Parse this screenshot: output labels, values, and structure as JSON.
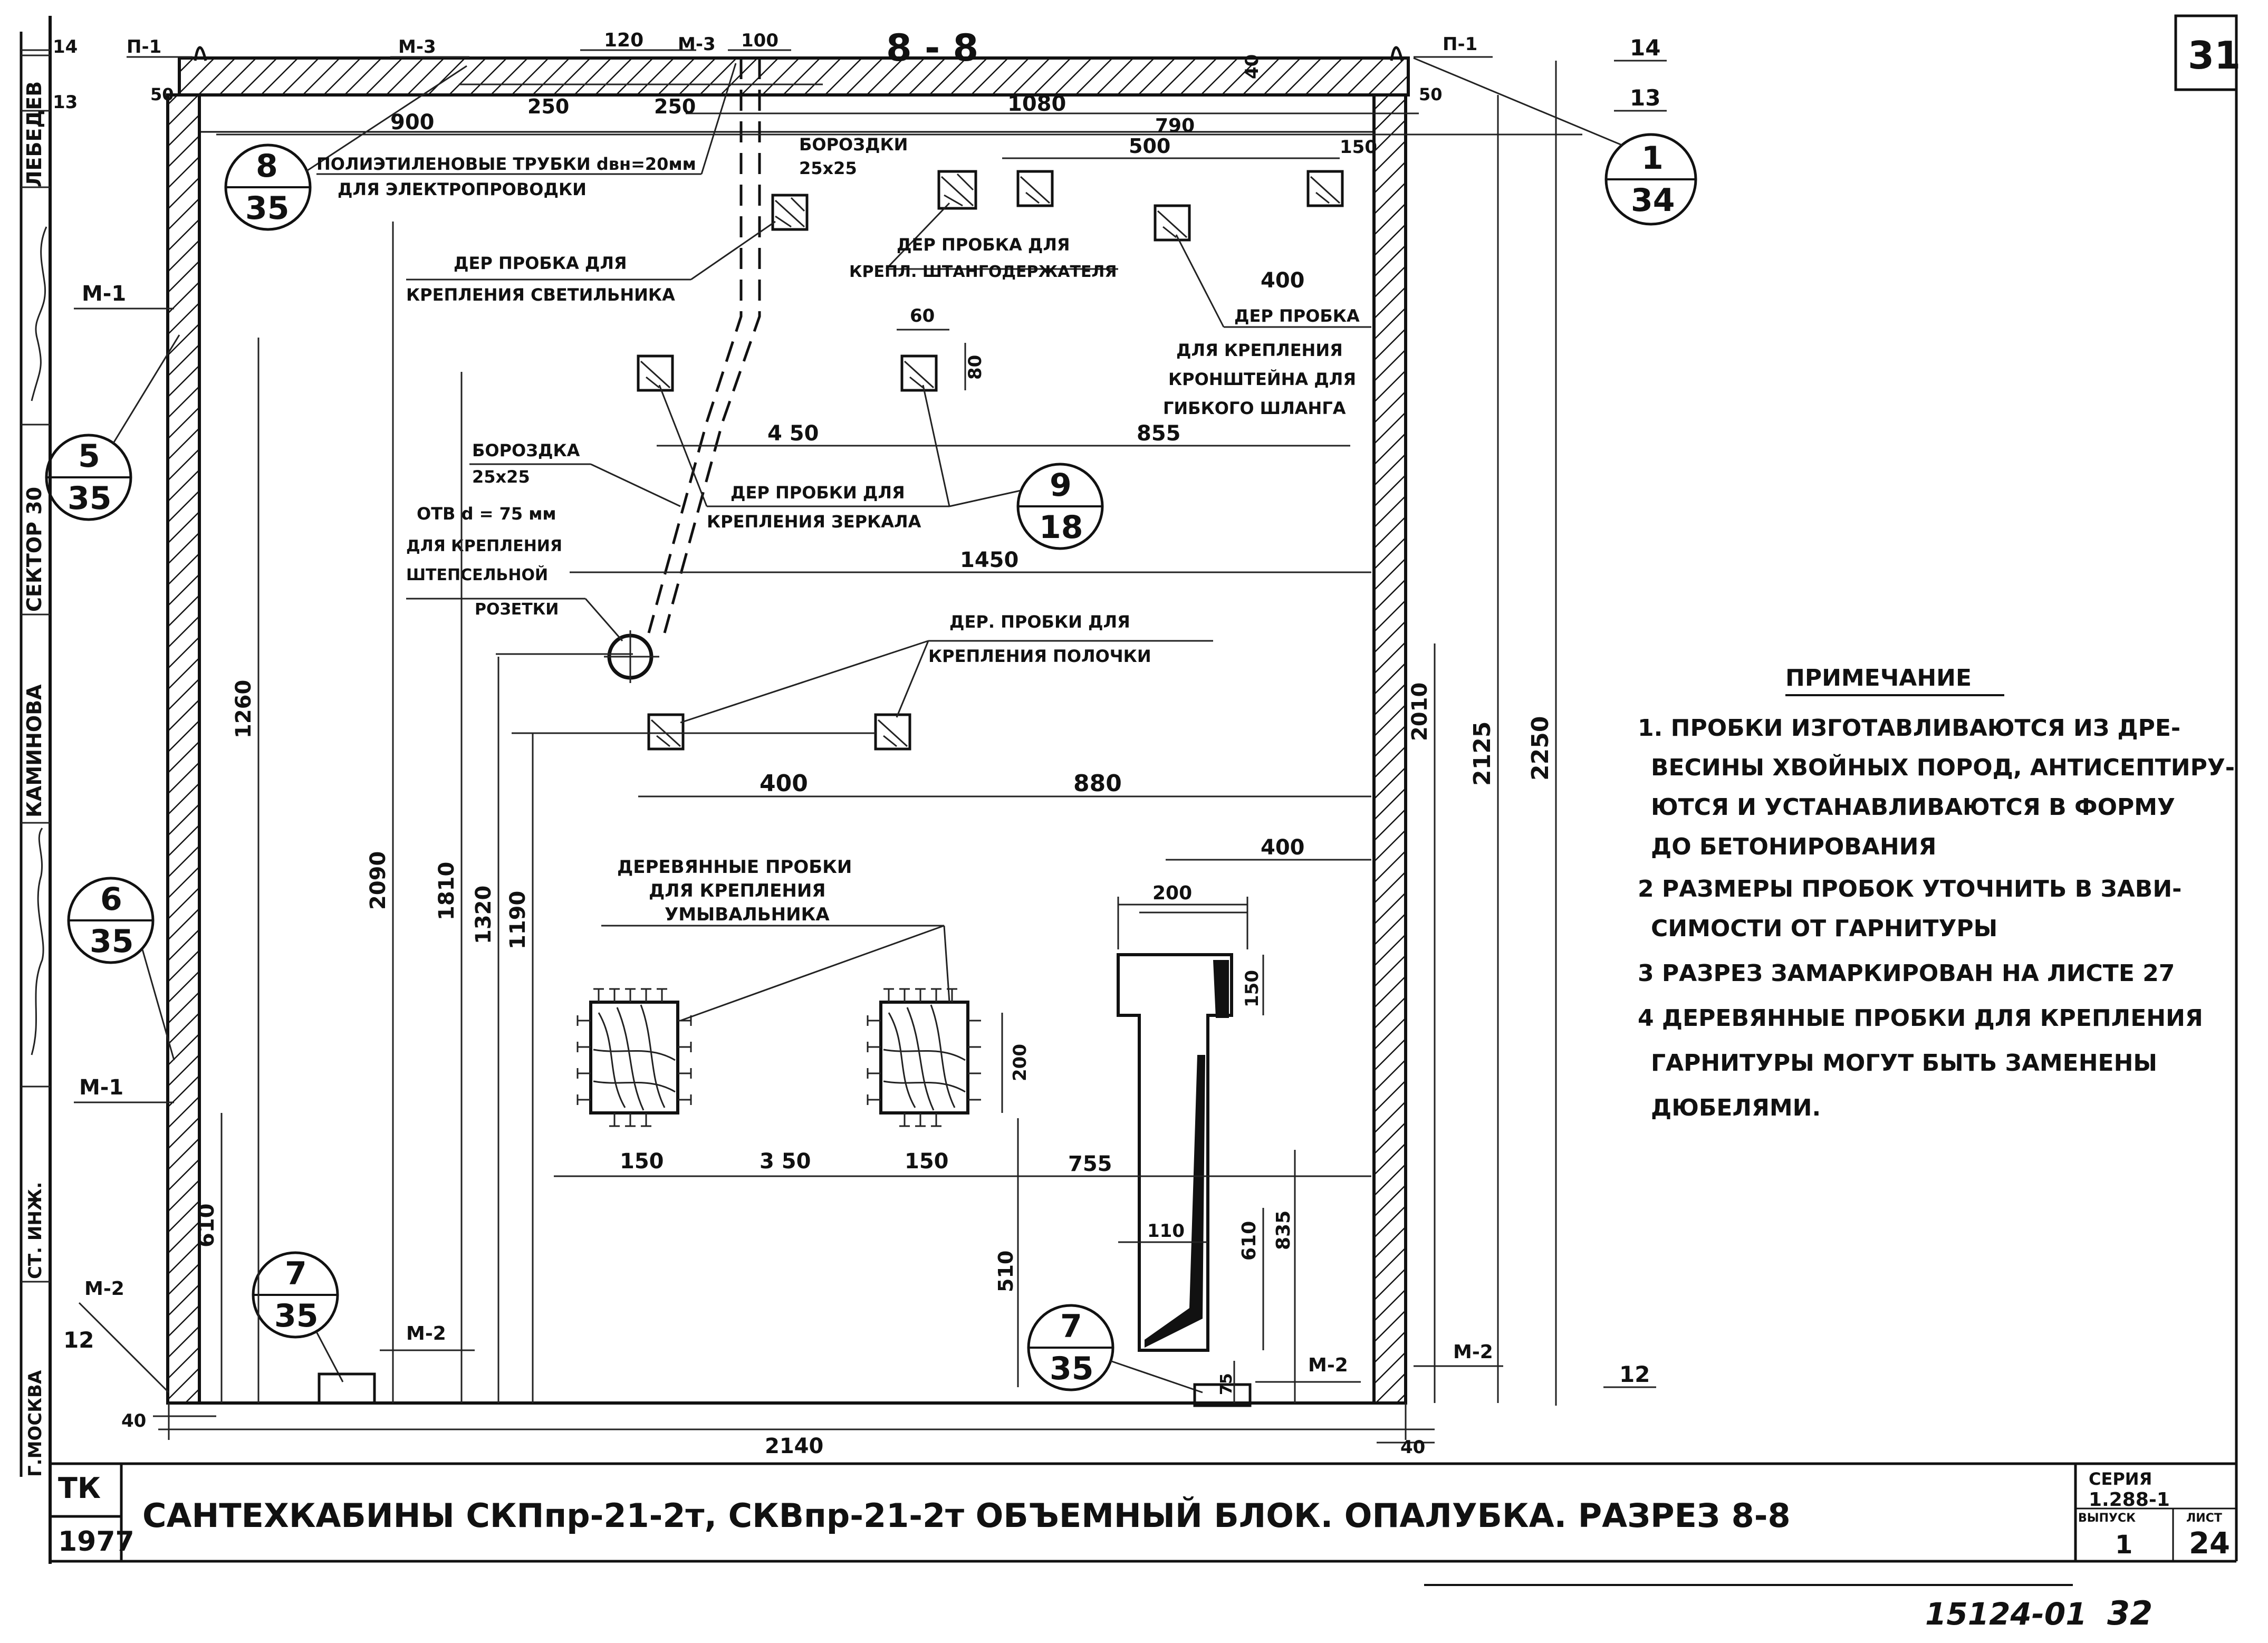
{
  "title_block": {
    "sheet_corner_number": "31",
    "org": "ТК",
    "year": "1977",
    "title": "САНТЕХКАБИНЫ СКПпр-21-2т, СКВпр-21-2т ОБЪЕМНЫЙ БЛОК. ОПАЛУБКА. РАЗРЕЗ 8-8",
    "series_label": "СЕРИЯ",
    "series_value": "1.288-1",
    "issue_label": "ВЫПУСК",
    "issue_value": "1",
    "sheet_label": "ЛИСТ",
    "sheet_value": "24",
    "bottom_stamp": "15124-01",
    "bottom_page": "32"
  },
  "left_stamp": {
    "name1": "ЛЕБЕДЕВ",
    "dept": "СЕКТОР 30",
    "name2": "КАМИНОВА",
    "position": "СТ. ИНЖ.",
    "city": "Г.МОСКВА",
    "row1": "14",
    "row2": "13"
  },
  "section": {
    "name": "8 - 8",
    "marks": {
      "p1_left": "П-1",
      "p1_right": "П-1",
      "m3_a": "М-3",
      "m3_b": "М-3",
      "m1_top": "М-1",
      "m1_bottom": "М-1",
      "m2_left": "М-2",
      "m2_mid": "М-2",
      "m2_center": "М-2",
      "m2_right": "М-2"
    },
    "levels": {
      "l14": "14",
      "l13": "13",
      "l12_left": "12",
      "l12_right": "12"
    }
  },
  "callouts": [
    {
      "top": "8",
      "bottom": "35"
    },
    {
      "top": "1",
      "bottom": "34"
    },
    {
      "top": "5",
      "bottom": "35"
    },
    {
      "top": "9",
      "bottom": "18"
    },
    {
      "top": "6",
      "bottom": "35"
    },
    {
      "top": "7",
      "bottom": "35"
    },
    {
      "top": "7",
      "bottom": "35"
    }
  ],
  "labels": {
    "tubes_line1": "ПОЛИЭТИЛЕНОВЫЕ ТРУБКИ dвн=20мм",
    "tubes_line2": "ДЛЯ ЭЛЕКТРОПРОВОДКИ",
    "groove1_line1": "БОРОЗДКИ",
    "groove1_line2": "25х25",
    "plug_light_line1": "ДЕР ПРОБКА ДЛЯ",
    "plug_light_line2": "КРЕПЛЕНИЯ СВЕТИЛЬНИКА",
    "plug_rod_line1": "ДЕР ПРОБКА ДЛЯ",
    "plug_rod_line2": "КРЕПЛ. ШТАНГОДЕРЖАТЕЛЯ",
    "plug_bracket_line1": "ДЕР ПРОБКА",
    "plug_bracket_line2": "ДЛЯ КРЕПЛЕНИЯ",
    "plug_bracket_line3": "КРОНШТЕЙНА ДЛЯ",
    "plug_bracket_line4": "ГИБКОГО ШЛАНГА",
    "groove2_line1": "БОРОЗДКА",
    "groove2_line2": "25х25",
    "hole_line1": "ОТВ  d = 75 мм",
    "hole_line2": "ДЛЯ КРЕПЛЕНИЯ",
    "hole_line3": "ШТЕПСЕЛЬНОЙ",
    "hole_line4": "РОЗЕТКИ",
    "plug_mirror_line1": "ДЕР ПРОБКИ ДЛЯ",
    "plug_mirror_line2": "КРЕПЛЕНИЯ ЗЕРКАЛА",
    "plug_shelf_line1": "ДЕР. ПРОБКИ ДЛЯ",
    "plug_shelf_line2": "КРЕПЛЕНИЯ ПОЛОЧКИ",
    "plug_basin_line1": "ДЕРЕВЯННЫЕ ПРОБКИ",
    "plug_basin_line2": "ДЛЯ КРЕПЛЕНИЯ",
    "plug_basin_line3": "УМЫВАЛЬНИКА"
  },
  "dims": {
    "d120": "120",
    "d100": "100",
    "d40top": "40",
    "d50l": "50",
    "d50r": "50",
    "d900": "900",
    "d250a": "250",
    "d250b": "250",
    "d1080": "1080",
    "d790": "790",
    "d500": "500",
    "d150top": "150",
    "d400a": "400",
    "d60": "60",
    "d80": "80",
    "d450": "4 50",
    "d855": "855",
    "d1450": "1450",
    "d400b": "400",
    "d880": "880",
    "d400c": "400",
    "d200a": "200",
    "d150v": "150",
    "d200v": "200",
    "d150a": "150",
    "d350": "3 50",
    "d150b": "150",
    "d755": "755",
    "d110": "110",
    "d610b": "610",
    "d835": "835",
    "d510": "510",
    "d75": "75",
    "d1260": "1260",
    "d2090": "2090",
    "d1810": "1810",
    "d1320": "1320",
    "d1190": "1190",
    "d610a": "610",
    "d2010": "2010",
    "d2125": "2125",
    "d2250": "2250",
    "d40l": "40",
    "d40r": "40",
    "d2140": "2140"
  },
  "notes": {
    "heading": "ПРИМЕЧАНИЕ",
    "lines": [
      "1. ПРОБКИ ИЗГОТАВЛИВАЮТСЯ ИЗ ДРЕ-",
      "ВЕСИНЫ ХВОЙНЫХ ПОРОД, АНТИСЕПТИРУ-",
      "ЮТСЯ И УСТАНАВЛИВАЮТСЯ В ФОРМУ",
      "ДО БЕТОНИРОВАНИЯ",
      "2  РАЗМЕРЫ ПРОБОК УТОЧНИТЬ В ЗАВИ-",
      "СИМОСТИ ОТ ГАРНИТУРЫ",
      "3  РАЗРЕЗ ЗАМАРКИРОВАН НА ЛИСТЕ 27",
      "4  ДЕРЕВЯННЫЕ ПРОБКИ ДЛЯ КРЕПЛЕНИЯ",
      "ГАРНИТУРЫ МОГУТ БЫТЬ ЗАМЕНЕНЫ",
      "ДЮБЕЛЯМИ."
    ]
  }
}
